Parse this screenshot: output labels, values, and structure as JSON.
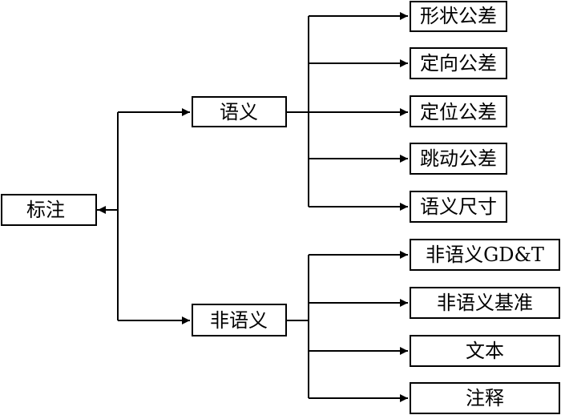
{
  "root": {
    "label": "标注"
  },
  "semantic": {
    "label": "语义",
    "children": [
      "形状公差",
      "定向公差",
      "定位公差",
      "跳动公差",
      "语义尺寸"
    ]
  },
  "non_semantic": {
    "label": "非语义",
    "children": [
      "非语义GD&T",
      "非语义基准",
      "文本",
      "注释"
    ]
  },
  "colors": {
    "stroke": "#000000",
    "fill": "#ffffff",
    "text": "#000000"
  }
}
